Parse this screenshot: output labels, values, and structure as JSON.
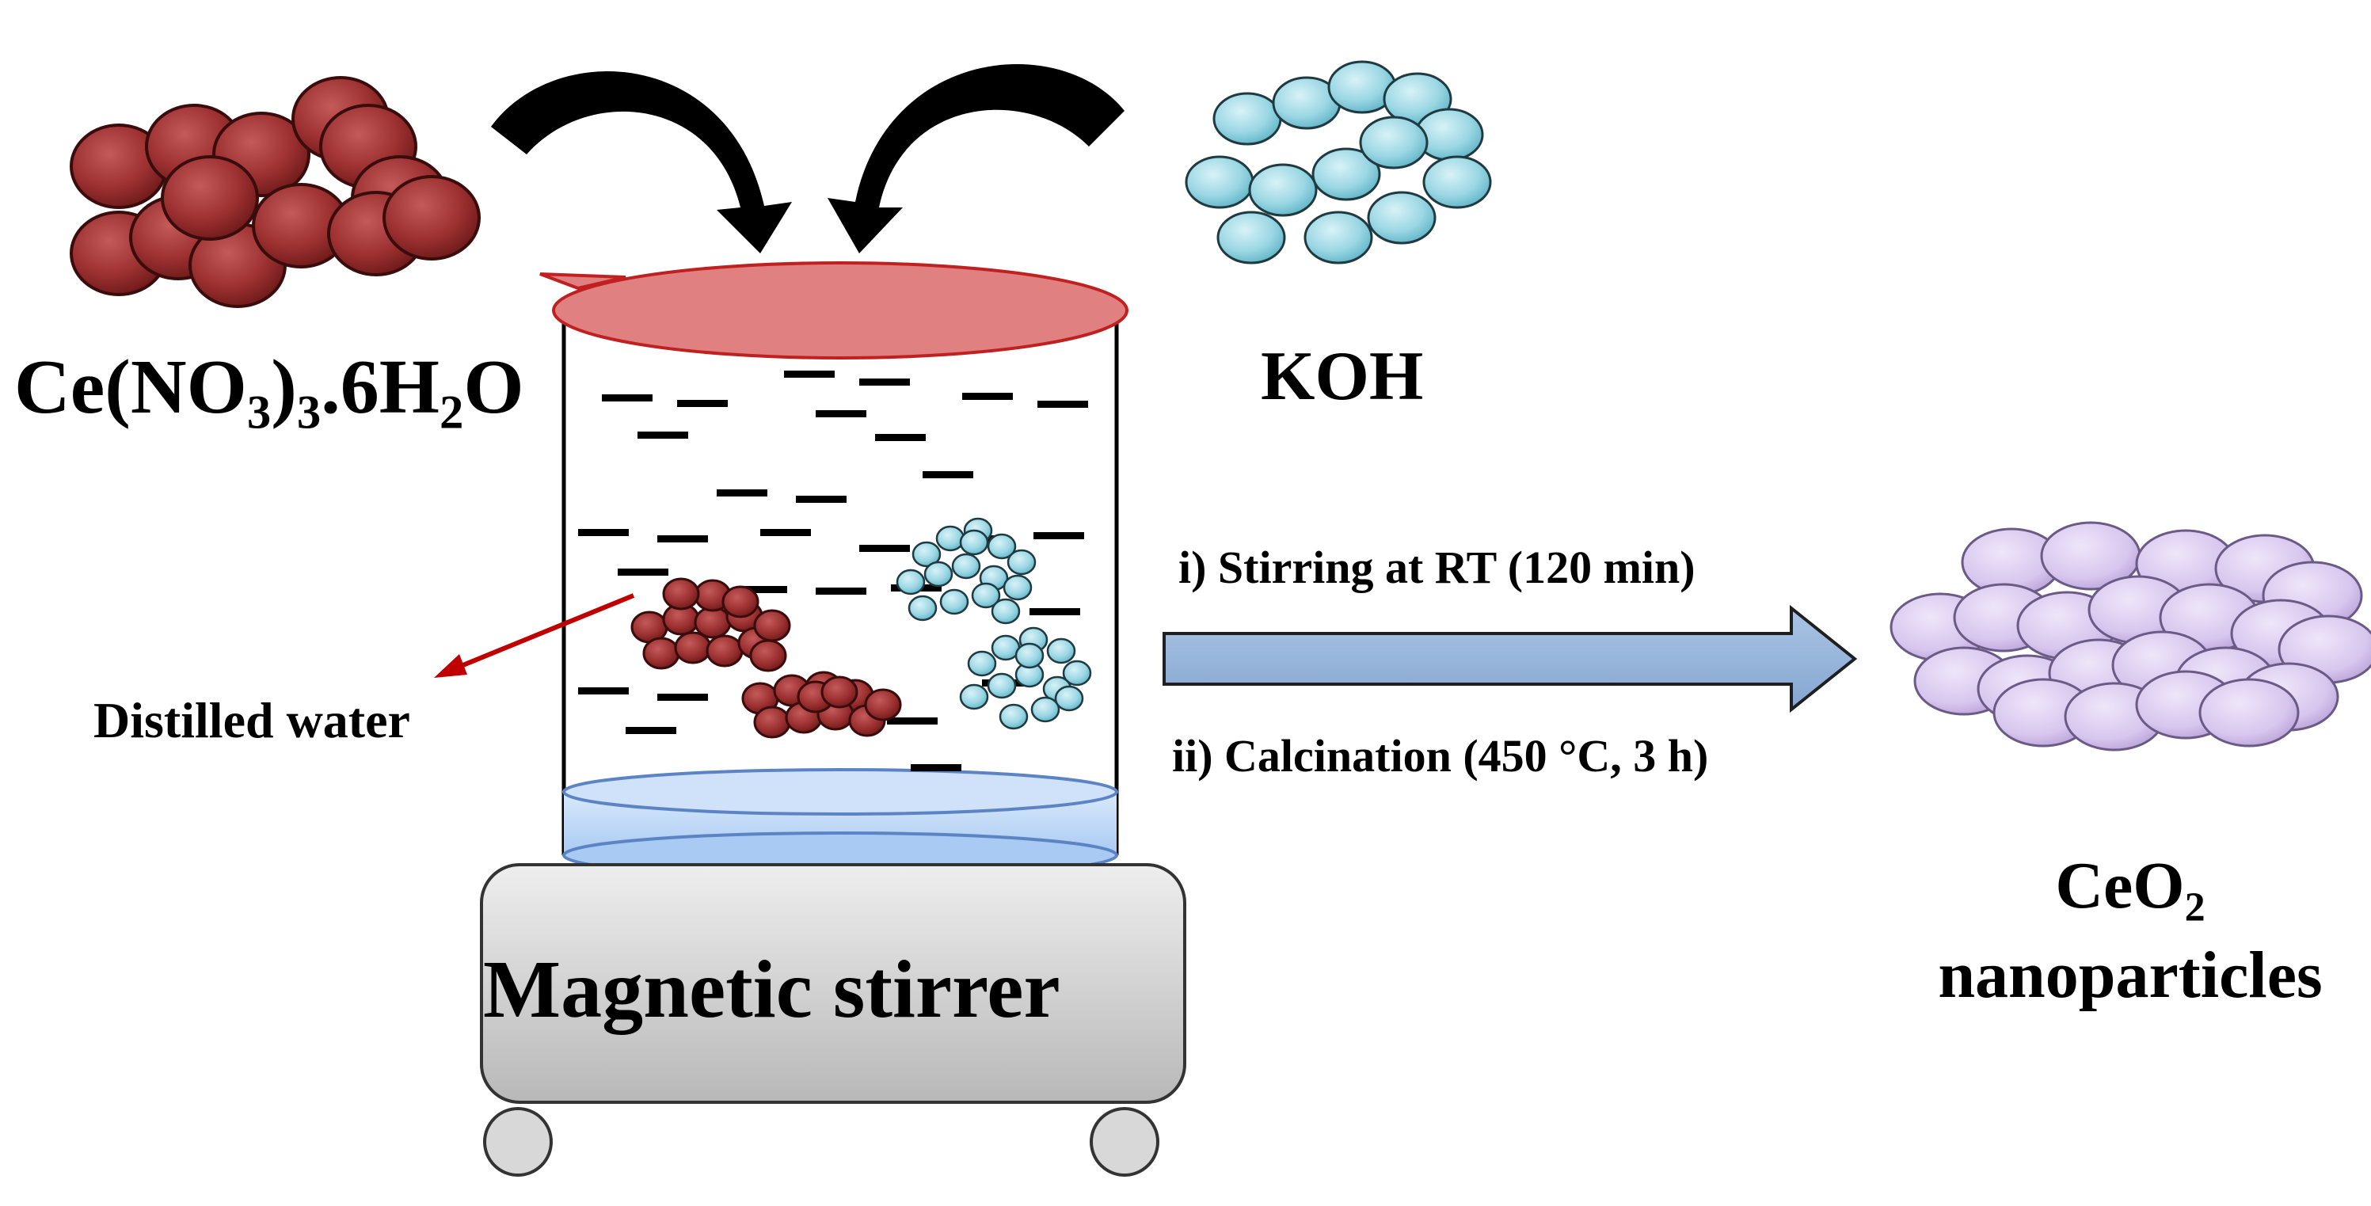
{
  "reagent_1": {
    "formula_parts": [
      "Ce(NO",
      "3",
      ")",
      "3",
      ".6H",
      "2",
      "O"
    ],
    "color": "#8f2a2a"
  },
  "reagent_2": {
    "label": "KOH",
    "color": "#8fd3e0"
  },
  "beaker": {
    "lid_color": "#e07a7a",
    "base_color": "#bfd9f7",
    "water_label": "Distilled water",
    "pointer_color": "#c00000"
  },
  "stirrer": {
    "label": "Magnetic stirrer",
    "color": "#d4d4d4"
  },
  "process": {
    "step_1": "i) Stirring at RT (120 min)",
    "step_2": "ii) Calcination (450 °C, 3 h)",
    "arrow_color": "#95b3d7"
  },
  "product": {
    "formula_parts": [
      "CeO",
      "2"
    ],
    "line_2": "nanoparticles",
    "color": "#d9c9ef"
  },
  "icons": [
    "curved-arrow-icon",
    "process-arrow-icon"
  ]
}
